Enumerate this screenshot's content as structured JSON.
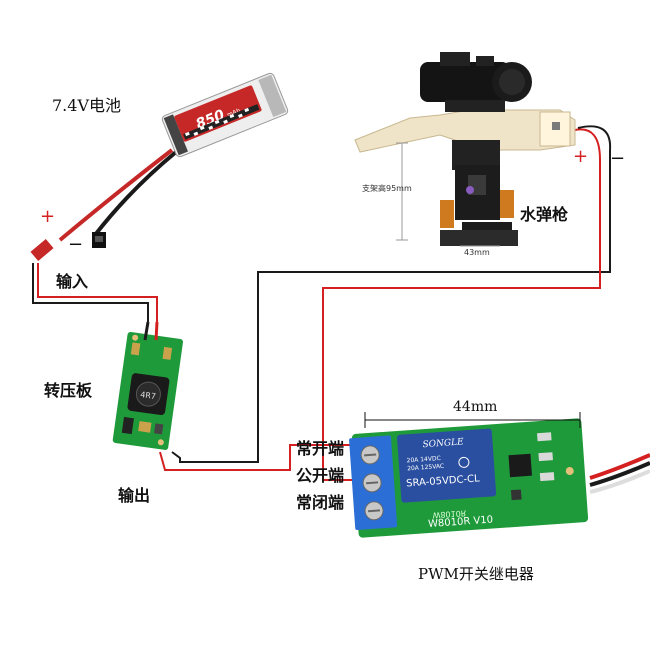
{
  "labels": {
    "battery": "7.4V电池",
    "input": "输入",
    "regulator": "转压板",
    "output": "输出",
    "water_gun": "水弹枪",
    "relay_module": "PWM开关继电器",
    "normally_open": "常开端",
    "common": "公开端",
    "normally_closed": "常闭端",
    "width_dim": "44mm",
    "height_note": "支架高95mm",
    "base_dim": "43mm"
  },
  "symbols": {
    "plus": "+",
    "minus": "−"
  },
  "components": {
    "battery_brand": "850",
    "battery_unit": "mAh",
    "inductor_marking": "4R7",
    "relay_brand": "SONGLE",
    "relay_rating_1": "20A 14VDC",
    "relay_rating_2": "20A 125VAC",
    "relay_model": "SRA-05VDC-CL",
    "board_model": "W8010R  V10",
    "board_model_mirror": "W8010R"
  },
  "colors": {
    "red_wire": "#d42020",
    "black_wire": "#1a1a1a",
    "relay_blue": "#2a4fa0",
    "board_green": "#1f9a3a",
    "terminal_blue": "#2b6fd6",
    "battery_red": "#c62828"
  }
}
